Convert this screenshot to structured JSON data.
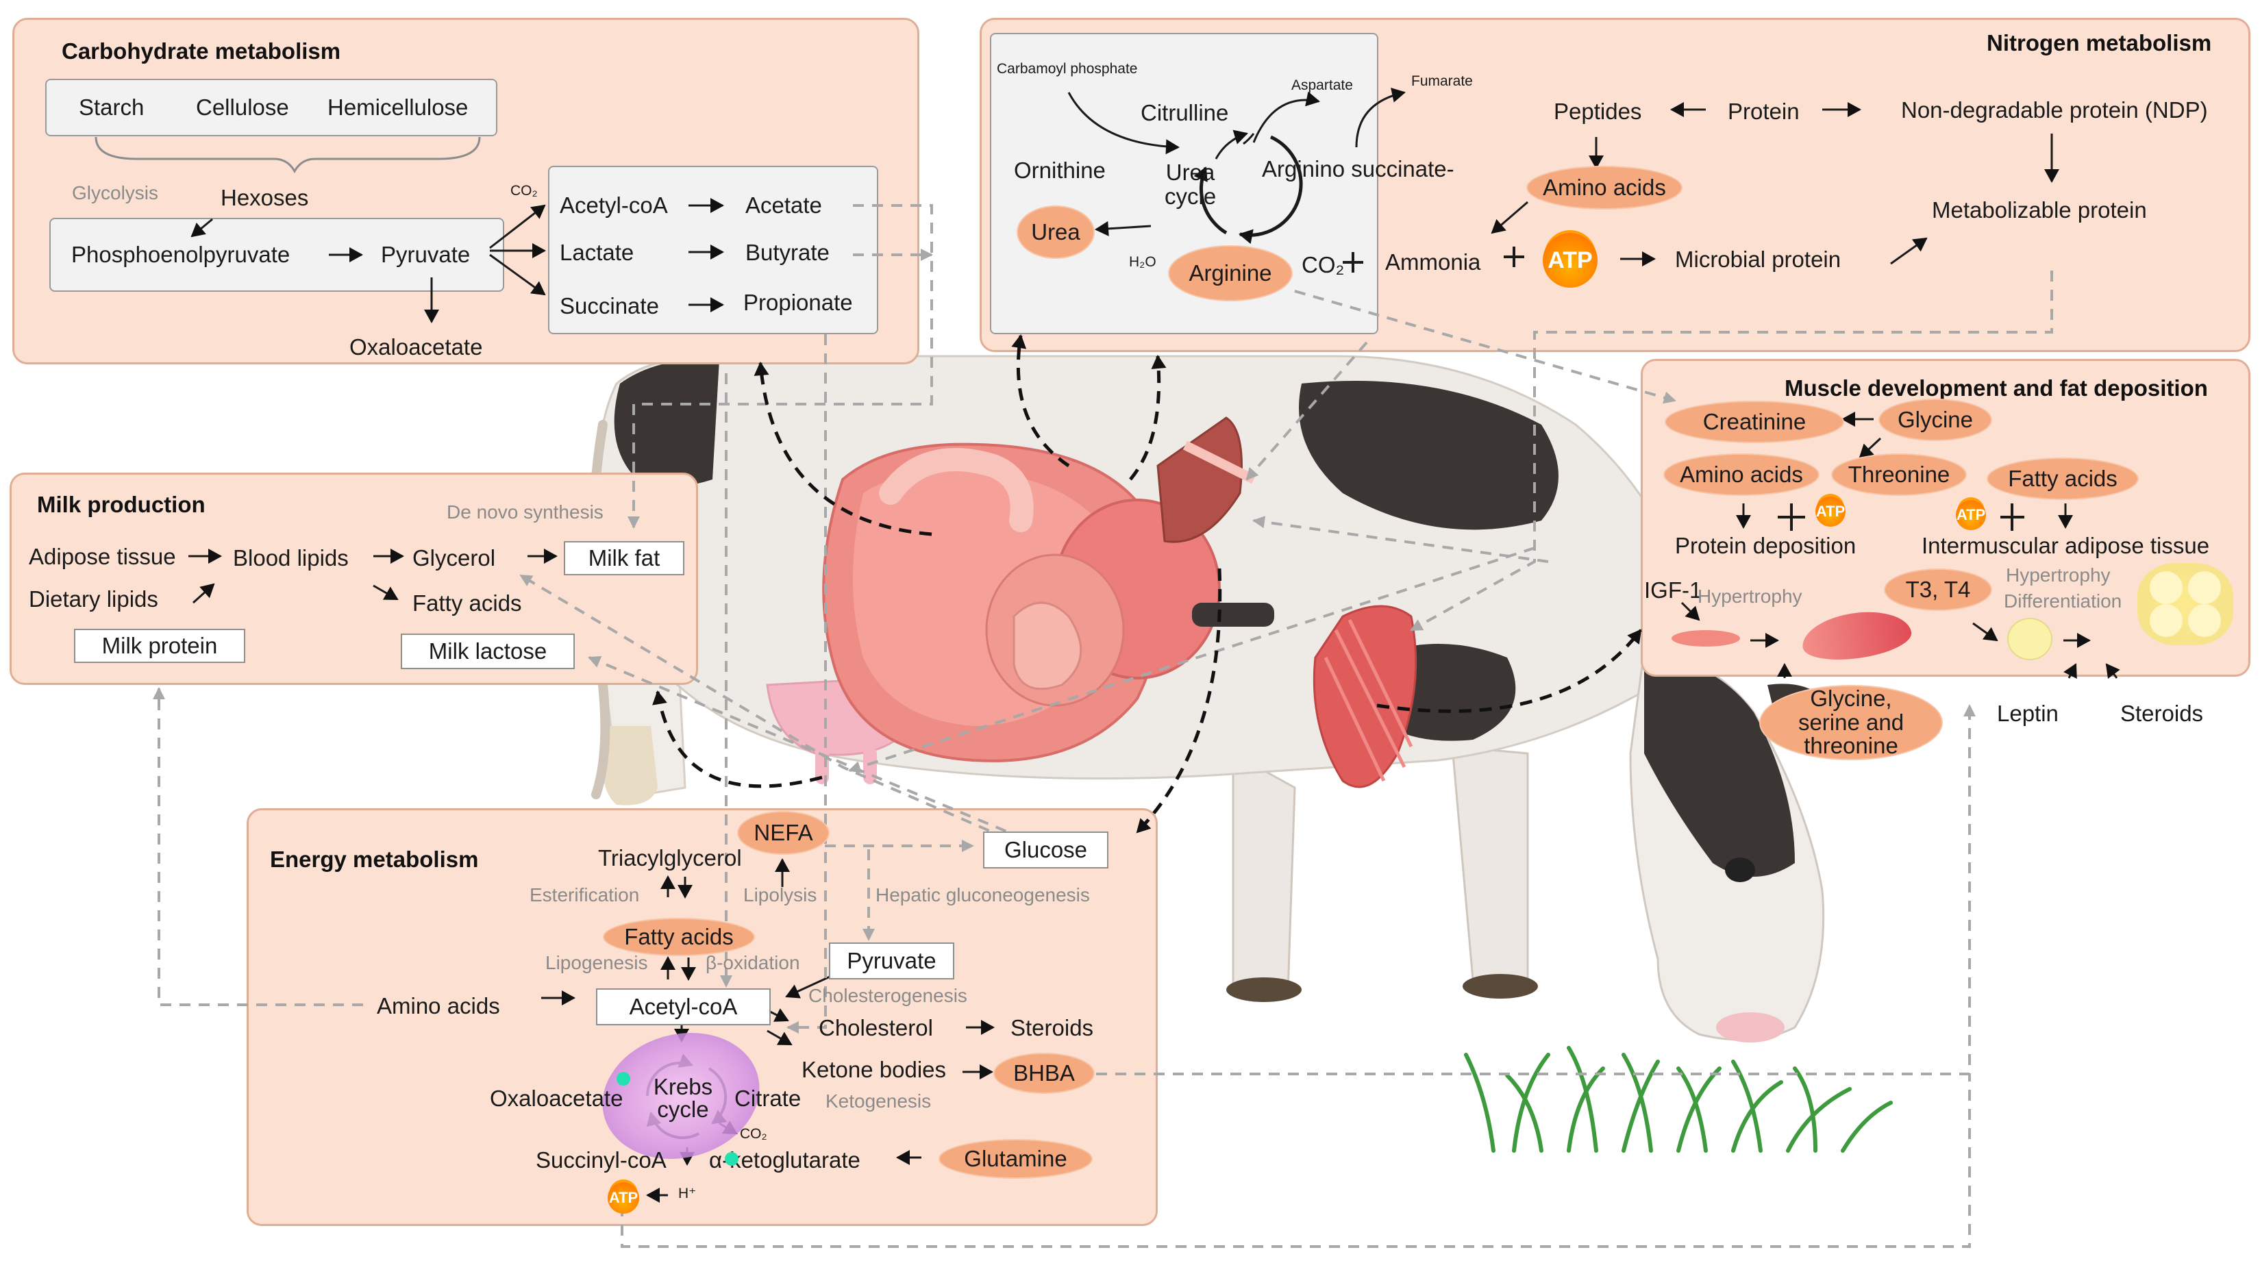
{
  "carbohydrate": {
    "title": "Carbohydrate metabolism",
    "starch": "Starch",
    "cellulose": "Cellulose",
    "hemicellulose": "Hemicellulose",
    "glycolysis": "Glycolysis",
    "hexoses": "Hexoses",
    "pep": "Phosphoenolpyruvate",
    "pyruvate": "Pyruvate",
    "oxaloacetate": "Oxaloacetate",
    "co2": "CO₂",
    "acetylcoa": "Acetyl-coA",
    "lactate": "Lactate",
    "succinate": "Succinate",
    "acetate": "Acetate",
    "butyrate": "Butyrate",
    "propionate": "Propionate"
  },
  "nitrogen": {
    "title": "Nitrogen metabolism",
    "carbamoyl": "Carbamoyl phosphate",
    "aspartate": "Aspartate",
    "fumarate": "Fumarate",
    "citrulline": "Citrulline",
    "ornithine": "Ornithine",
    "urea_cycle": "Urea cycle",
    "arginino": "Arginino succinate-",
    "urea": "Urea",
    "h2o": "H₂O",
    "arginine": "Arginine",
    "co2": "CO₂",
    "ammonia": "Ammonia",
    "atp": "ATP",
    "microbial": "Microbial protein",
    "peptides": "Peptides",
    "protein": "Protein",
    "ndp": "Non-degradable protein (NDP)",
    "amino_acids": "Amino acids",
    "metabolizable": "Metabolizable protein"
  },
  "milk": {
    "title": "Milk production",
    "de_novo": "De novo synthesis",
    "adipose": "Adipose tissue",
    "blood_lipids": "Blood lipids",
    "glycerol": "Glycerol",
    "milk_fat": "Milk fat",
    "dietary": "Dietary lipids",
    "fatty_acids": "Fatty acids",
    "milk_protein": "Milk protein",
    "milk_lactose": "Milk lactose"
  },
  "muscle": {
    "title": "Muscle development and fat deposition",
    "creatinine": "Creatinine",
    "glycine": "Glycine",
    "amino_acids": "Amino acids",
    "threonine": "Threonine",
    "fatty_acids": "Fatty acids",
    "atp": "ATP",
    "protein_dep": "Protein deposition",
    "intermuscular": "Intermuscular adipose tissue",
    "igf": "IGF-1",
    "hypertrophy": "Hypertrophy",
    "t3t4": "T3, T4",
    "hypertrophy2": "Hypertrophy",
    "differentiation": "Differentiation",
    "glycine_serine": "Glycine, serine and threonine",
    "leptin": "Leptin",
    "steroids": "Steroids"
  },
  "energy": {
    "title": "Energy metabolism",
    "nefa": "NEFA",
    "glucose": "Glucose",
    "triacylglycerol": "Triacylglycerol",
    "esterification": "Esterification",
    "lipolysis": "Lipolysis",
    "hepatic": "Hepatic gluconeogenesis",
    "fatty_acids": "Fatty acids",
    "lipogenesis": "Lipogenesis",
    "beta_ox": "β-oxidation",
    "pyruvate": "Pyruvate",
    "cholesterogenesis": "Cholesterogenesis",
    "amino_acids": "Amino acids",
    "acetylcoa": "Acetyl-coA",
    "cholesterol": "Cholesterol",
    "steroids": "Steroids",
    "ketone": "Ketone bodies",
    "bhba": "BHBA",
    "ketogenesis": "Ketogenesis",
    "oxaloacetate": "Oxaloacetate",
    "krebs": "Krebs cycle",
    "citrate": "Citrate",
    "co2": "CO₂",
    "succinyl": "Succinyl-coA",
    "alpha_kg": "α-ketoglutarate",
    "glutamine": "Glutamine",
    "hplus": "H⁺",
    "atp": "ATP"
  },
  "colors": {
    "panel": "#fce1d2",
    "panel_border": "#dfae94",
    "oval": "#f5a97f",
    "box": "#f2f2f2"
  }
}
